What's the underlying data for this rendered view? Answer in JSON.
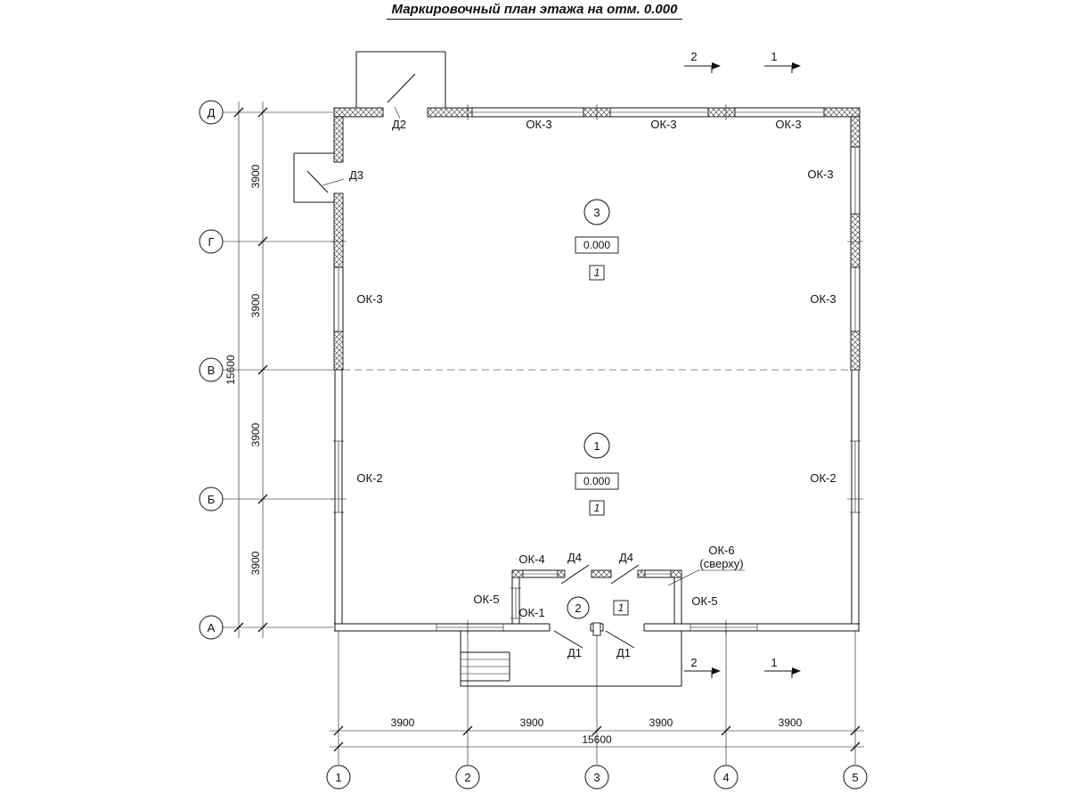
{
  "title": "Маркировочный план этажа на отм. 0.000",
  "colors": {
    "ink": "#111111",
    "background": "#ffffff"
  },
  "axes": {
    "rows": [
      "Д",
      "Г",
      "В",
      "Б",
      "А"
    ],
    "cols": [
      "1",
      "2",
      "3",
      "4",
      "5"
    ]
  },
  "dims": {
    "v_seg": [
      "3900",
      "3900",
      "3900",
      "3900"
    ],
    "v_total": "15600",
    "h_seg": [
      "3900",
      "3900",
      "3900",
      "3900"
    ],
    "h_total": "15600"
  },
  "sections": {
    "top": [
      "2",
      "1"
    ],
    "bottom": [
      "2",
      "1"
    ]
  },
  "rooms": {
    "upper": {
      "number": "3",
      "elevation": "0.000",
      "finish": "1"
    },
    "lower": {
      "number": "1",
      "elevation": "0.000",
      "finish": "1"
    },
    "tambour": {
      "number": "2",
      "finish": "1"
    }
  },
  "labels": {
    "d2": "Д2",
    "d3": "Д3",
    "ok3_top_1": "ОК-3",
    "ok3_top_2": "ОК-3",
    "ok3_top_3": "ОК-3",
    "ok3_right_top": "ОК-3",
    "ok3_left": "ОК-3",
    "ok3_right": "ОК-3",
    "ok2_left": "ОК-2",
    "ok2_right": "ОК-2",
    "ok4": "ОК-4",
    "d4_left": "Д4",
    "d4_right": "Д4",
    "ok6": "ОК-6",
    "ok6_note": "(сверху)",
    "ok5_left": "ОК-5",
    "ok1": "ОК-1",
    "ok5_right": "ОК-5",
    "d1_left": "Д1",
    "d1_right": "Д1"
  }
}
